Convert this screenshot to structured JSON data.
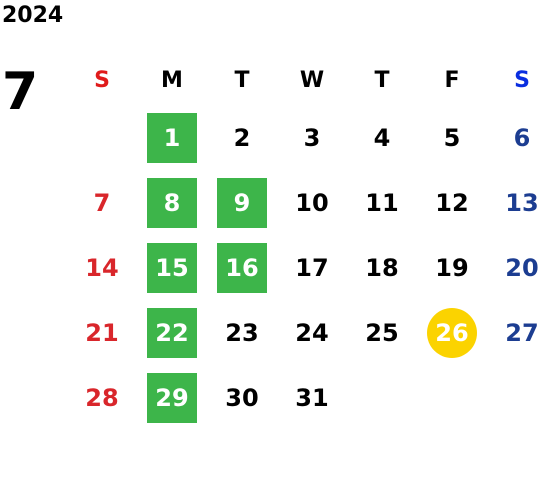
{
  "year": "2024",
  "month": "7",
  "weekdays": [
    "S",
    "M",
    "T",
    "W",
    "T",
    "F",
    "S"
  ],
  "weeks": [
    [
      "",
      "1",
      "2",
      "3",
      "4",
      "5",
      "6"
    ],
    [
      "7",
      "8",
      "9",
      "10",
      "11",
      "12",
      "13"
    ],
    [
      "14",
      "15",
      "16",
      "17",
      "18",
      "19",
      "20"
    ],
    [
      "21",
      "22",
      "23",
      "24",
      "25",
      "26",
      "27"
    ],
    [
      "28",
      "29",
      "30",
      "31",
      "",
      "",
      ""
    ]
  ],
  "highlights": {
    "green": [
      "1",
      "8",
      "9",
      "15",
      "16",
      "22",
      "29"
    ],
    "yellow_circle": [
      "26"
    ]
  },
  "colors": {
    "sunday_header": "#e01b1b",
    "saturday_header": "#0a2ee0",
    "sunday": "#d9262b",
    "saturday": "#1c3d91",
    "green_highlight": "#3db54a",
    "yellow_highlight": "#fbd300"
  }
}
